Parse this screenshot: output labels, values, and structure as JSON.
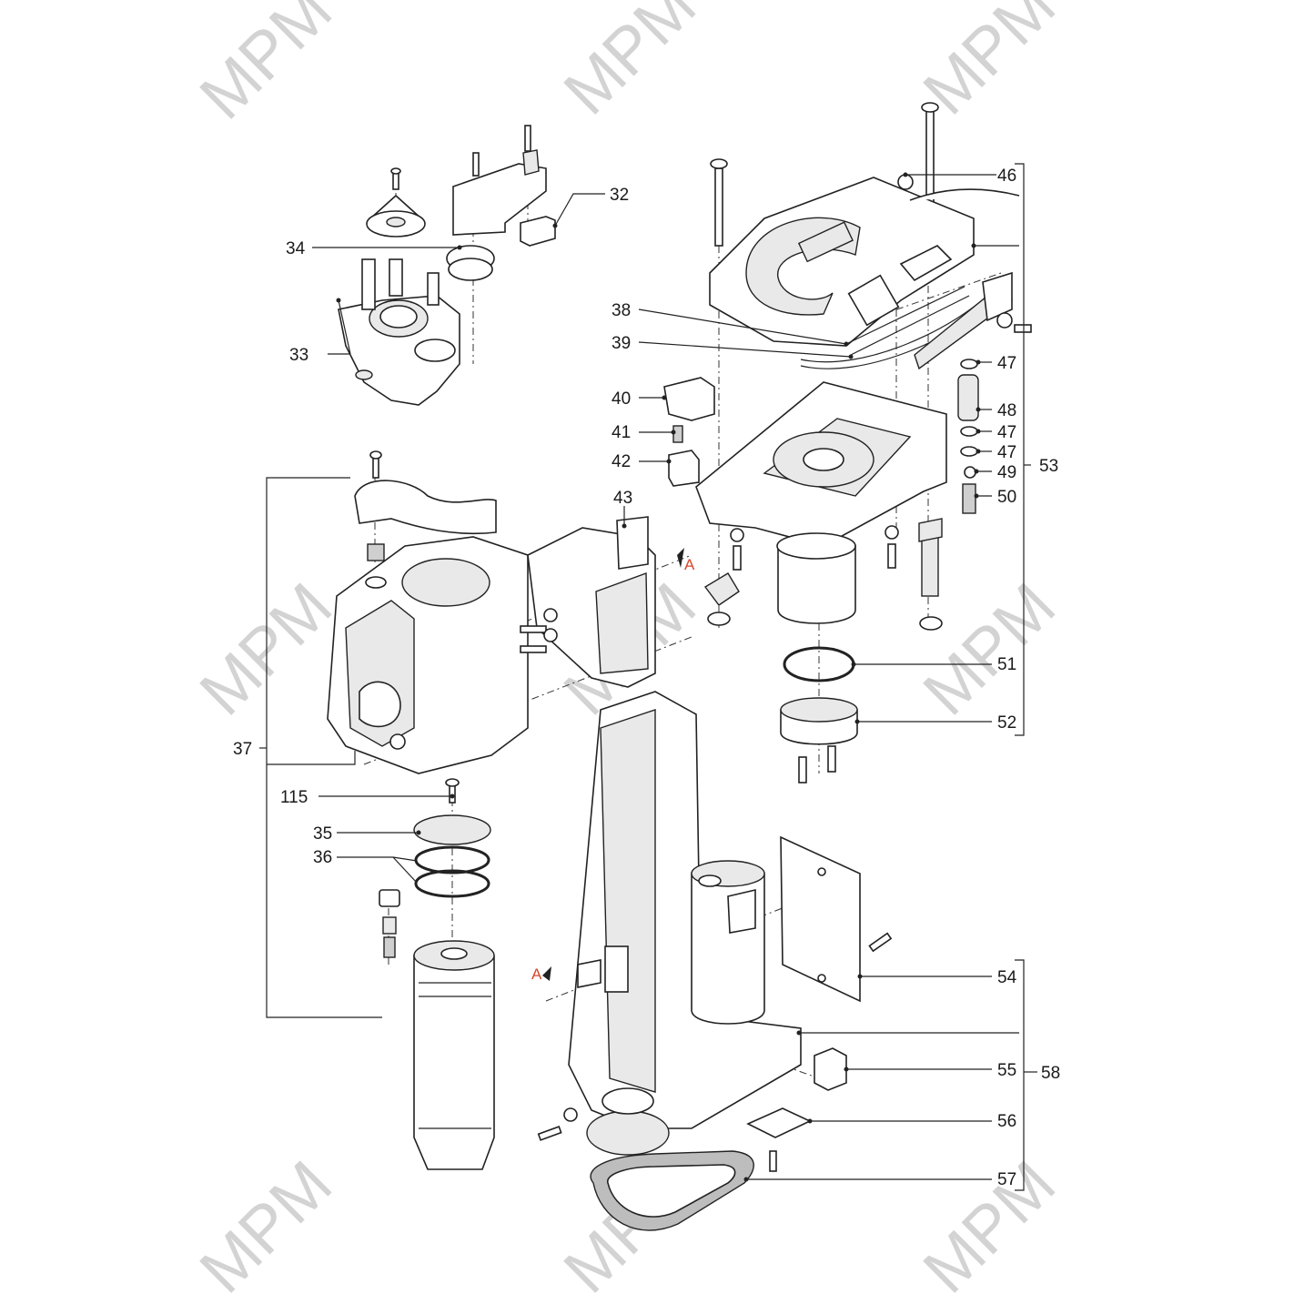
{
  "diagram": {
    "watermark": "MPM",
    "section_marker": "A",
    "callouts": [
      "32",
      "33",
      "34",
      "35",
      "36",
      "37",
      "38",
      "39",
      "40",
      "41",
      "42",
      "43",
      "46",
      "47",
      "48",
      "47",
      "47",
      "49",
      "50",
      "51",
      "52",
      "53",
      "54",
      "55",
      "56",
      "57",
      "58",
      "115"
    ]
  }
}
